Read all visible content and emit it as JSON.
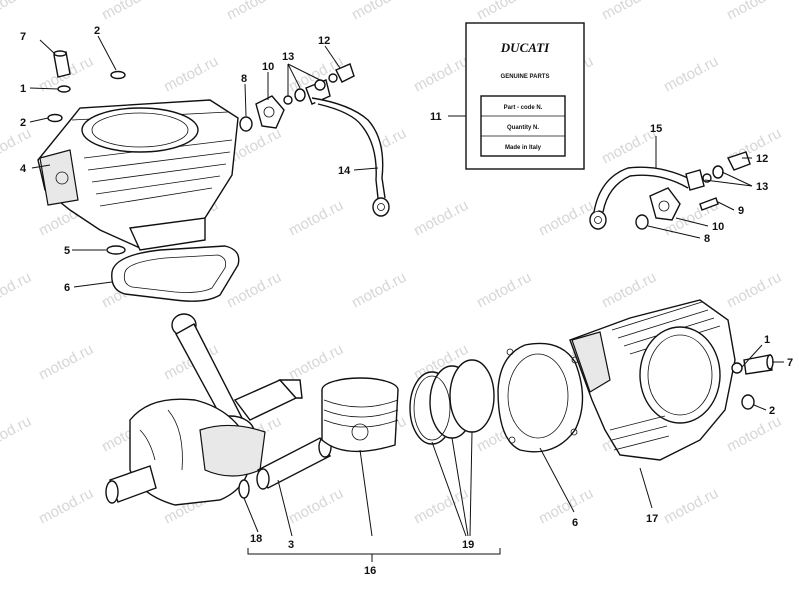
{
  "watermark": "motod.ru",
  "package": {
    "brand": "DUCATI",
    "title": "GENUINE PARTS",
    "row1": "Part - code N.",
    "row2": "Quantity N.",
    "row3": "Made in Italy"
  },
  "callouts": [
    {
      "id": "c7a",
      "text": "7"
    },
    {
      "id": "c2a",
      "text": "2"
    },
    {
      "id": "c1a",
      "text": "1"
    },
    {
      "id": "c2b",
      "text": "2"
    },
    {
      "id": "c4",
      "text": "4"
    },
    {
      "id": "c5",
      "text": "5"
    },
    {
      "id": "c6a",
      "text": "6"
    },
    {
      "id": "c8a",
      "text": "8"
    },
    {
      "id": "c10a",
      "text": "10"
    },
    {
      "id": "c13a",
      "text": "13"
    },
    {
      "id": "c12a",
      "text": "12"
    },
    {
      "id": "c14",
      "text": "14"
    },
    {
      "id": "c11",
      "text": "11"
    },
    {
      "id": "c15",
      "text": "15"
    },
    {
      "id": "c12b",
      "text": "12"
    },
    {
      "id": "c13b",
      "text": "13"
    },
    {
      "id": "c9",
      "text": "9"
    },
    {
      "id": "c10b",
      "text": "10"
    },
    {
      "id": "c8b",
      "text": "8"
    },
    {
      "id": "c1b",
      "text": "1"
    },
    {
      "id": "c7b",
      "text": "7"
    },
    {
      "id": "c2c",
      "text": "2"
    },
    {
      "id": "c17",
      "text": "17"
    },
    {
      "id": "c6b",
      "text": "6"
    },
    {
      "id": "c19",
      "text": "19"
    },
    {
      "id": "c18",
      "text": "18"
    },
    {
      "id": "c3",
      "text": "3"
    },
    {
      "id": "c16",
      "text": "16"
    }
  ]
}
